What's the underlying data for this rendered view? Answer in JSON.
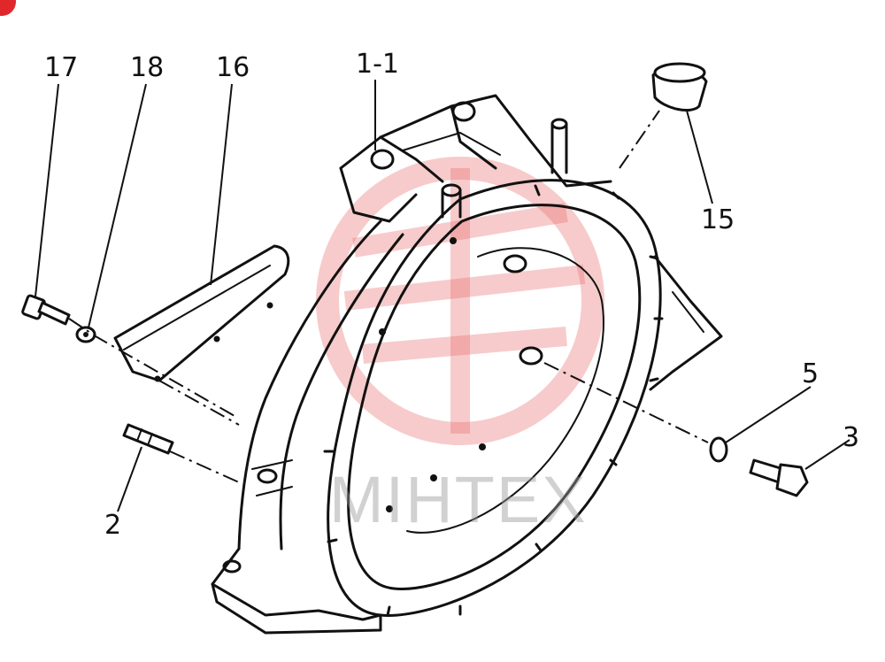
{
  "callouts": {
    "c17": "17",
    "c18": "18",
    "c16": "16",
    "c1_1": "1-1",
    "c15": "15",
    "c5": "5",
    "c3": "3",
    "c2": "2"
  },
  "watermark": {
    "text": "MIHTEX",
    "logo_color": "#e86a6a"
  },
  "colors": {
    "line": "#111111",
    "background": "#ffffff",
    "corner_mark": "#e0282c"
  }
}
